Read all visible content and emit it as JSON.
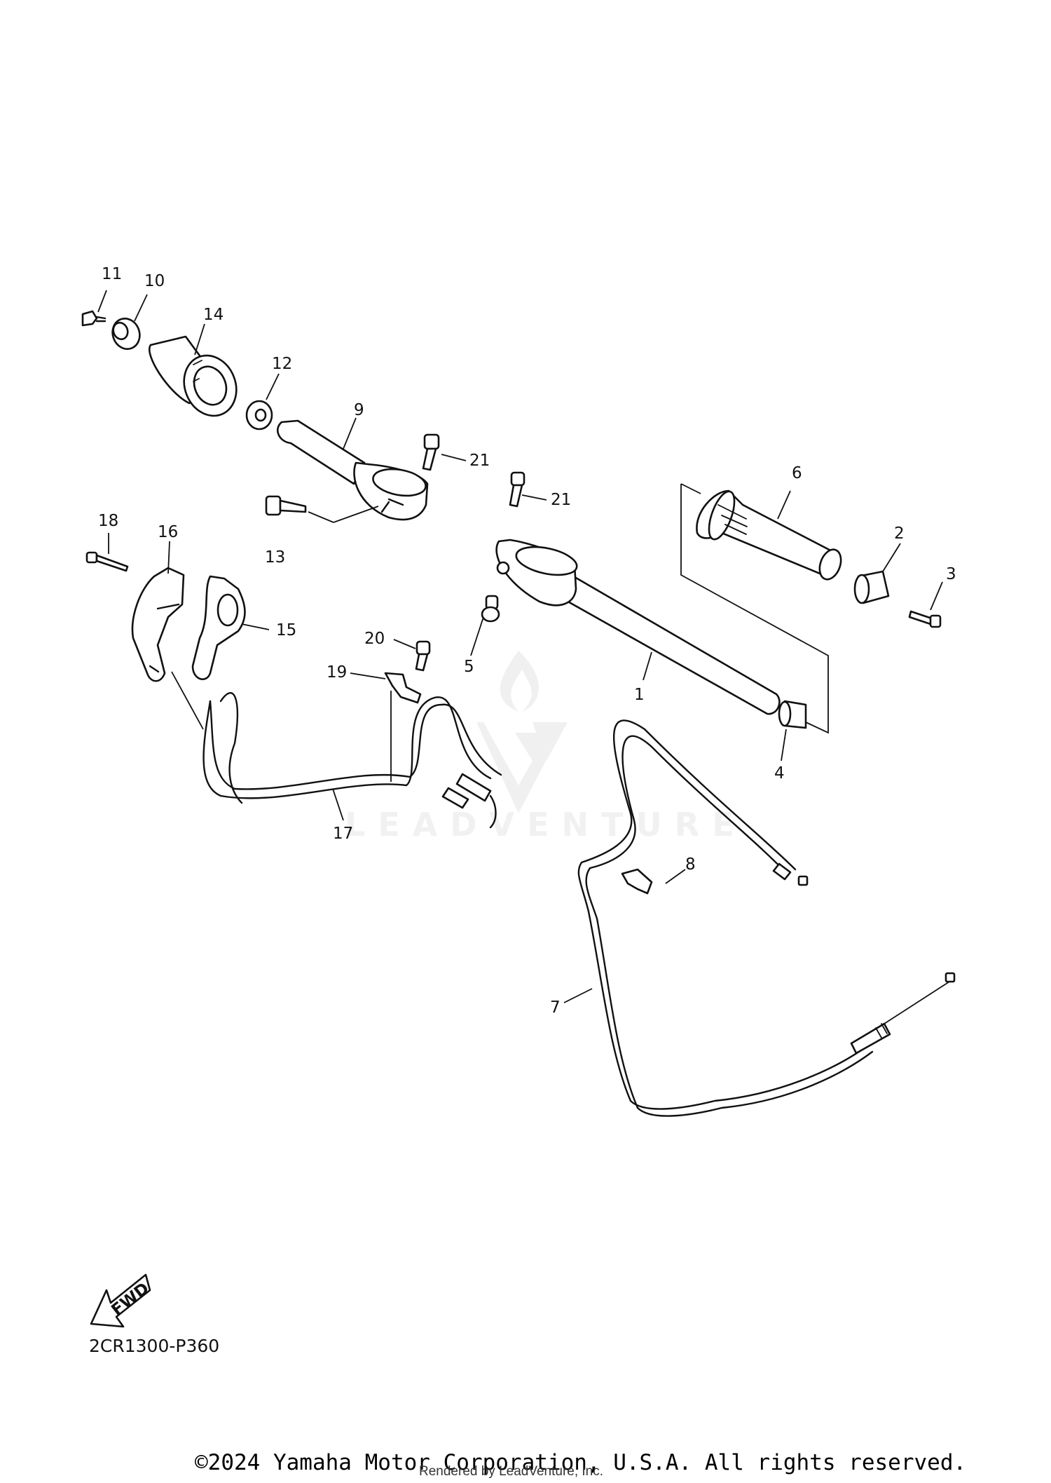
{
  "watermark": {
    "text": "LEADVENTURE"
  },
  "callouts": {
    "c1": "1",
    "c2": "2",
    "c3": "3",
    "c4": "4",
    "c5": "5",
    "c6": "6",
    "c7": "7",
    "c8": "8",
    "c9": "9",
    "c10": "10",
    "c11": "11",
    "c12": "12",
    "c13": "13",
    "c14": "14",
    "c15": "15",
    "c16": "16",
    "c17": "17",
    "c18": "18",
    "c19": "19",
    "c20": "20",
    "c21a": "21",
    "c21b": "21"
  },
  "fwd_badge": "FWD",
  "diagram_code": "2CR1300-P360",
  "copyright": "©2024 Yamaha Motor Corporation, U.S.A. All rights reserved.",
  "rendered_by": "Rendered by LeadVenture, Inc."
}
